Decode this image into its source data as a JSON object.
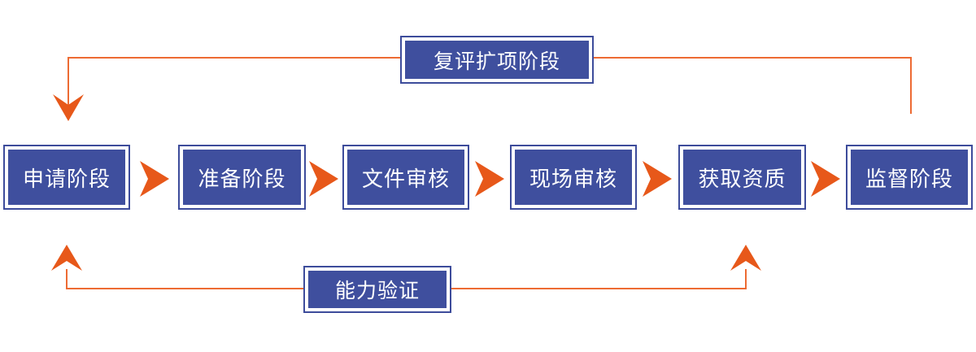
{
  "colors": {
    "box_fill": "#3f4f9e",
    "box_border": "#3d4c9b",
    "box_inner_border": "#ffffff",
    "text": "#ffffff",
    "line": "#ed6b33",
    "arrow": "#e7581a",
    "background": "#ffffff"
  },
  "diagram": {
    "type": "flowchart",
    "stages": [
      {
        "label": "申请阶段"
      },
      {
        "label": "准备阶段"
      },
      {
        "label": "文件审核"
      },
      {
        "label": "现场审核"
      },
      {
        "label": "获取资质"
      },
      {
        "label": "监督阶段"
      }
    ],
    "top_loop": {
      "label": "复评扩项阶段",
      "from_stage": "监督阶段",
      "to_stage": "申请阶段"
    },
    "bottom_loop": {
      "label": "能力验证",
      "connects": [
        "申请阶段",
        "获取资质"
      ]
    }
  }
}
